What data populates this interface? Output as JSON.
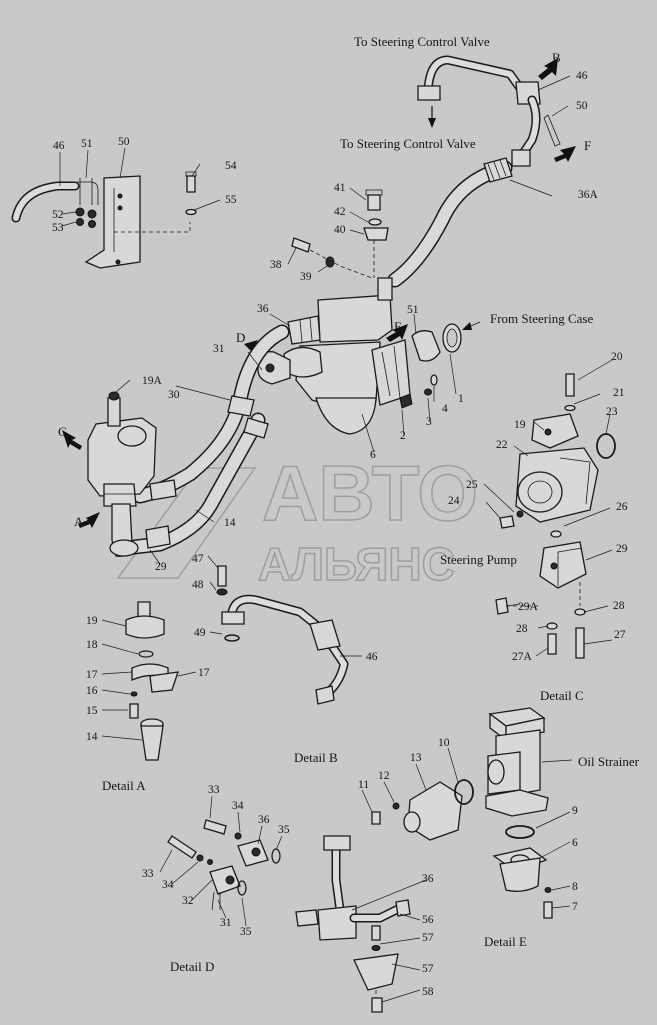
{
  "captions": {
    "to_steering_control_valve_top": "To Steering Control Valve",
    "to_steering_control_valve_mid": "To Steering Control Valve",
    "from_steering_case": "From Steering Case",
    "steering_pump": "Steering Pump",
    "oil_strainer": "Oil Strainer",
    "detail_a": "Detail A",
    "detail_b": "Detail B",
    "detail_c": "Detail C",
    "detail_d": "Detail D",
    "detail_e": "Detail E"
  },
  "view_markers": {
    "a": "A",
    "b": "B",
    "c": "C",
    "d": "D",
    "e": "E",
    "f": "F"
  },
  "parts": {
    "p46a": "46",
    "p51a": "51",
    "p50a": "50",
    "p52": "52",
    "p53": "53",
    "p54": "54",
    "p55": "55",
    "p46b": "46",
    "p50b": "50",
    "p36a": "36A",
    "p41": "41",
    "p42": "42",
    "p40": "40",
    "p38": "38",
    "p39": "39",
    "p36": "36",
    "p51b": "51",
    "p31": "31",
    "p30": "30",
    "p19a": "19A",
    "p2": "2",
    "p3": "3",
    "p4": "4",
    "p1": "1",
    "p6": "6",
    "p14": "14",
    "p29a": "29",
    "p20": "20",
    "p21": "21",
    "p19": "19",
    "p23": "23",
    "p22": "22",
    "p25": "25",
    "p24": "24",
    "p26": "26",
    "p29": "29",
    "p29A": "29A",
    "p28a": "28",
    "p28b": "28",
    "p27": "27",
    "p27A": "27A",
    "p47": "47",
    "p48": "48",
    "p49": "49",
    "p46c": "46",
    "da19": "19",
    "da18": "18",
    "da17a": "17",
    "da17b": "17",
    "da16": "16",
    "da15": "15",
    "da14": "14",
    "dd33a": "33",
    "dd34a": "34",
    "dd36": "36",
    "dd35a": "35",
    "dd33b": "33",
    "dd34b": "34",
    "dd32": "32",
    "dd31": "31",
    "dd35b": "35",
    "db11": "11",
    "db12": "12",
    "db13": "13",
    "db10": "10",
    "db36": "36",
    "db56": "56",
    "db57a": "57",
    "db57b": "57",
    "db58": "58",
    "de9": "9",
    "de6": "6",
    "de8": "8",
    "de7": "7"
  },
  "watermark": {
    "line1": "АВТО",
    "line2": "АЛЬЯНС"
  },
  "colors": {
    "paper": "#c9c9c7",
    "ink": "#1a1a1a",
    "watermark": "#9a9a98"
  }
}
